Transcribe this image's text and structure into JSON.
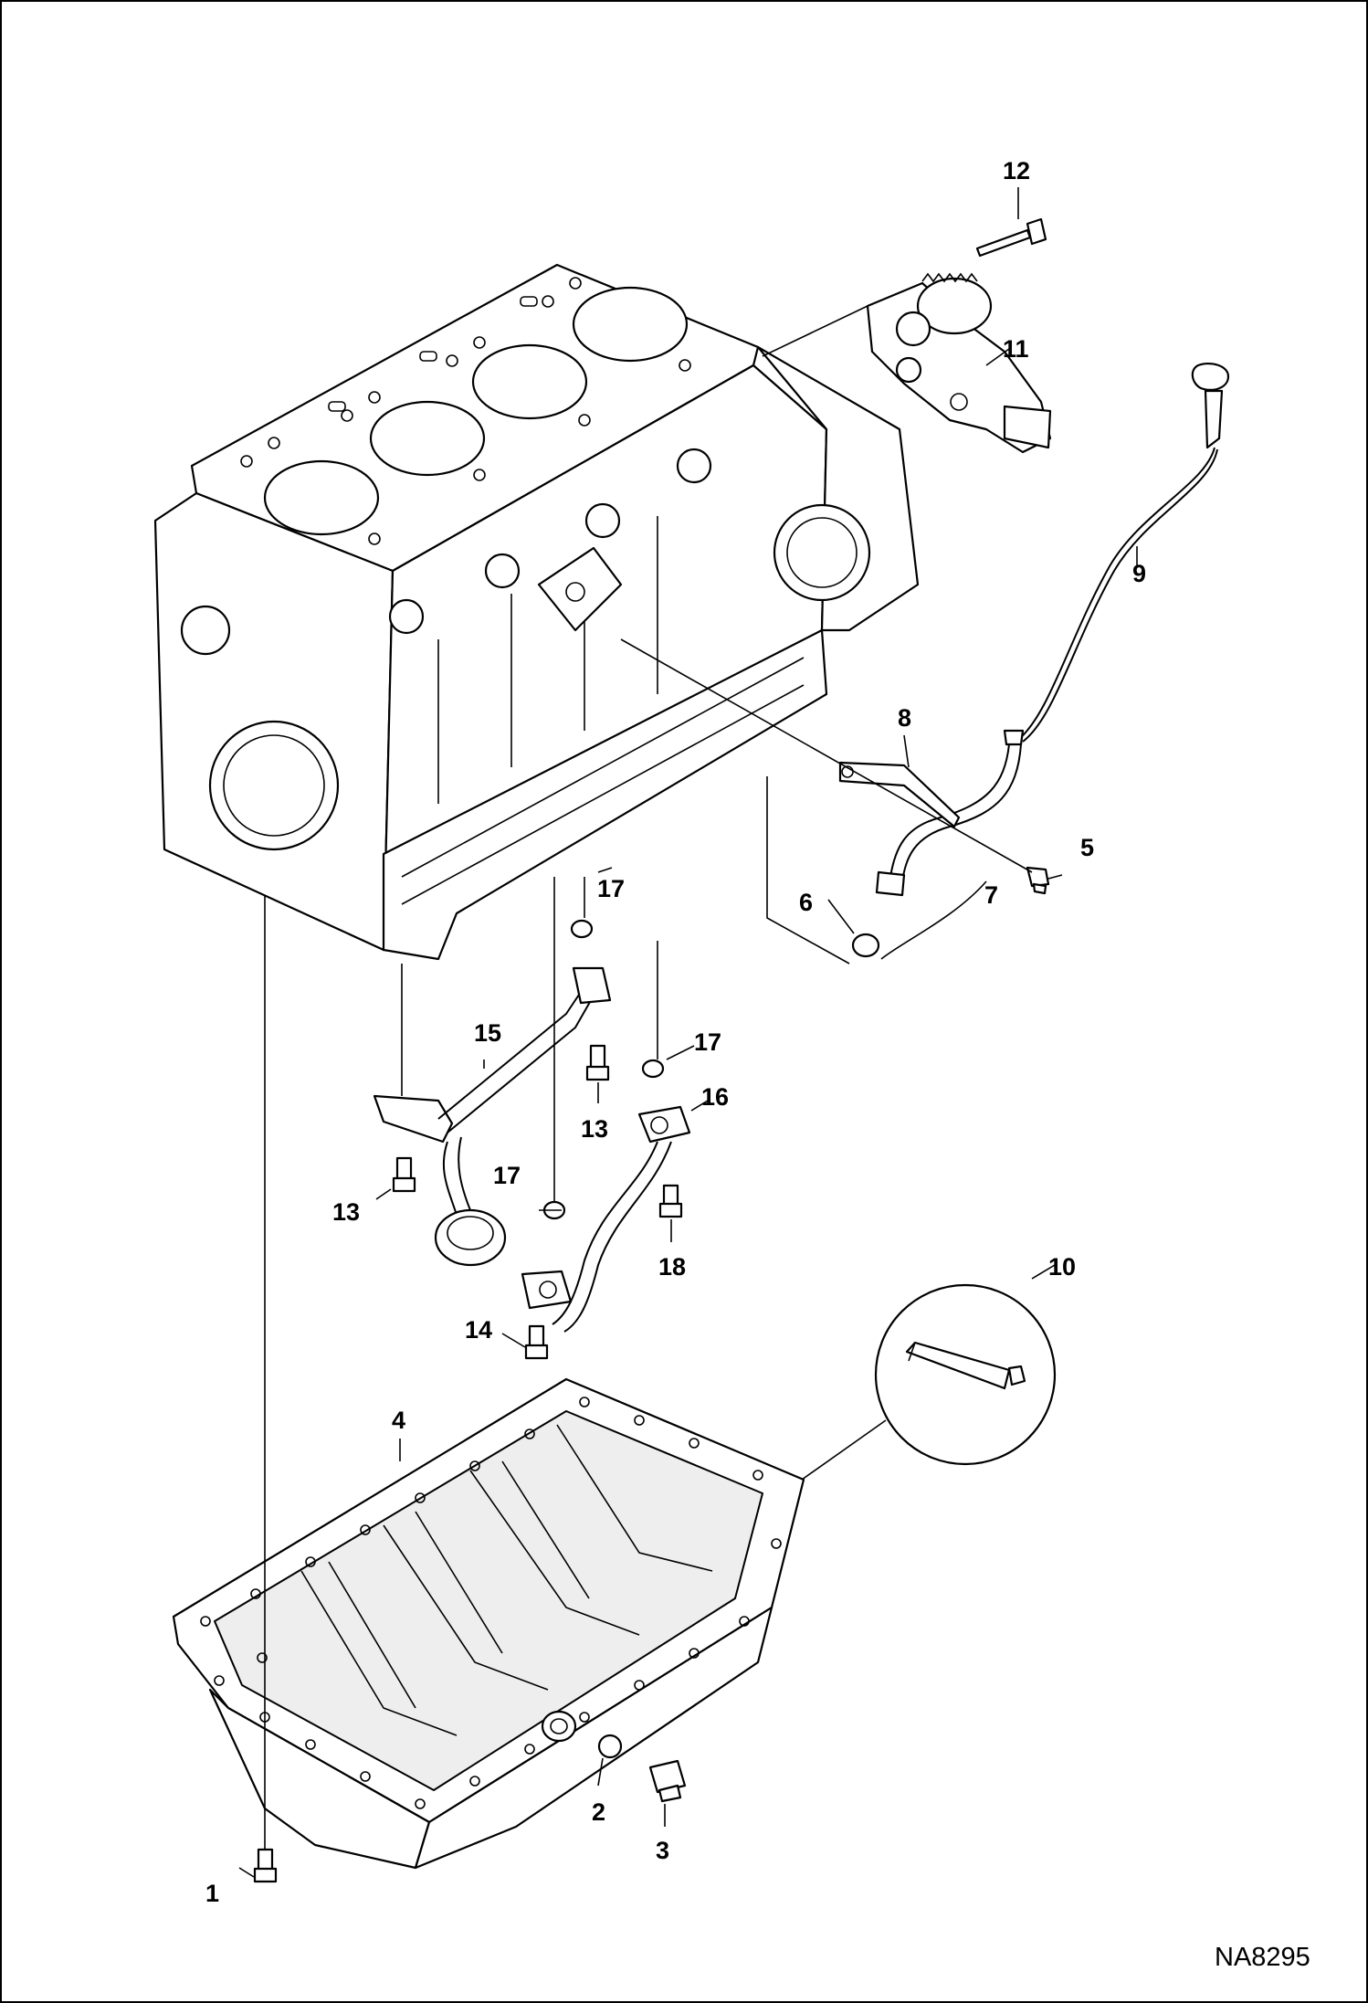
{
  "figure_id": "NA8295",
  "callouts": {
    "c1": "1",
    "c2": "2",
    "c3": "3",
    "c4": "4",
    "c5": "5",
    "c6": "6",
    "c7": "7",
    "c8": "8",
    "c9": "9",
    "c10": "10",
    "c11": "11",
    "c12": "12",
    "c13a": "13",
    "c13b": "13",
    "c14": "14",
    "c15": "15",
    "c16": "16",
    "c17a": "17",
    "c17b": "17",
    "c17c": "17",
    "c18": "18"
  },
  "parts": [
    {
      "name": "cylinder-block"
    },
    {
      "name": "oil-pan"
    },
    {
      "name": "oil-pump"
    },
    {
      "name": "dipstick"
    },
    {
      "name": "sealant-tube"
    }
  ],
  "colors": {
    "line": "#000000",
    "background": "#ffffff"
  }
}
